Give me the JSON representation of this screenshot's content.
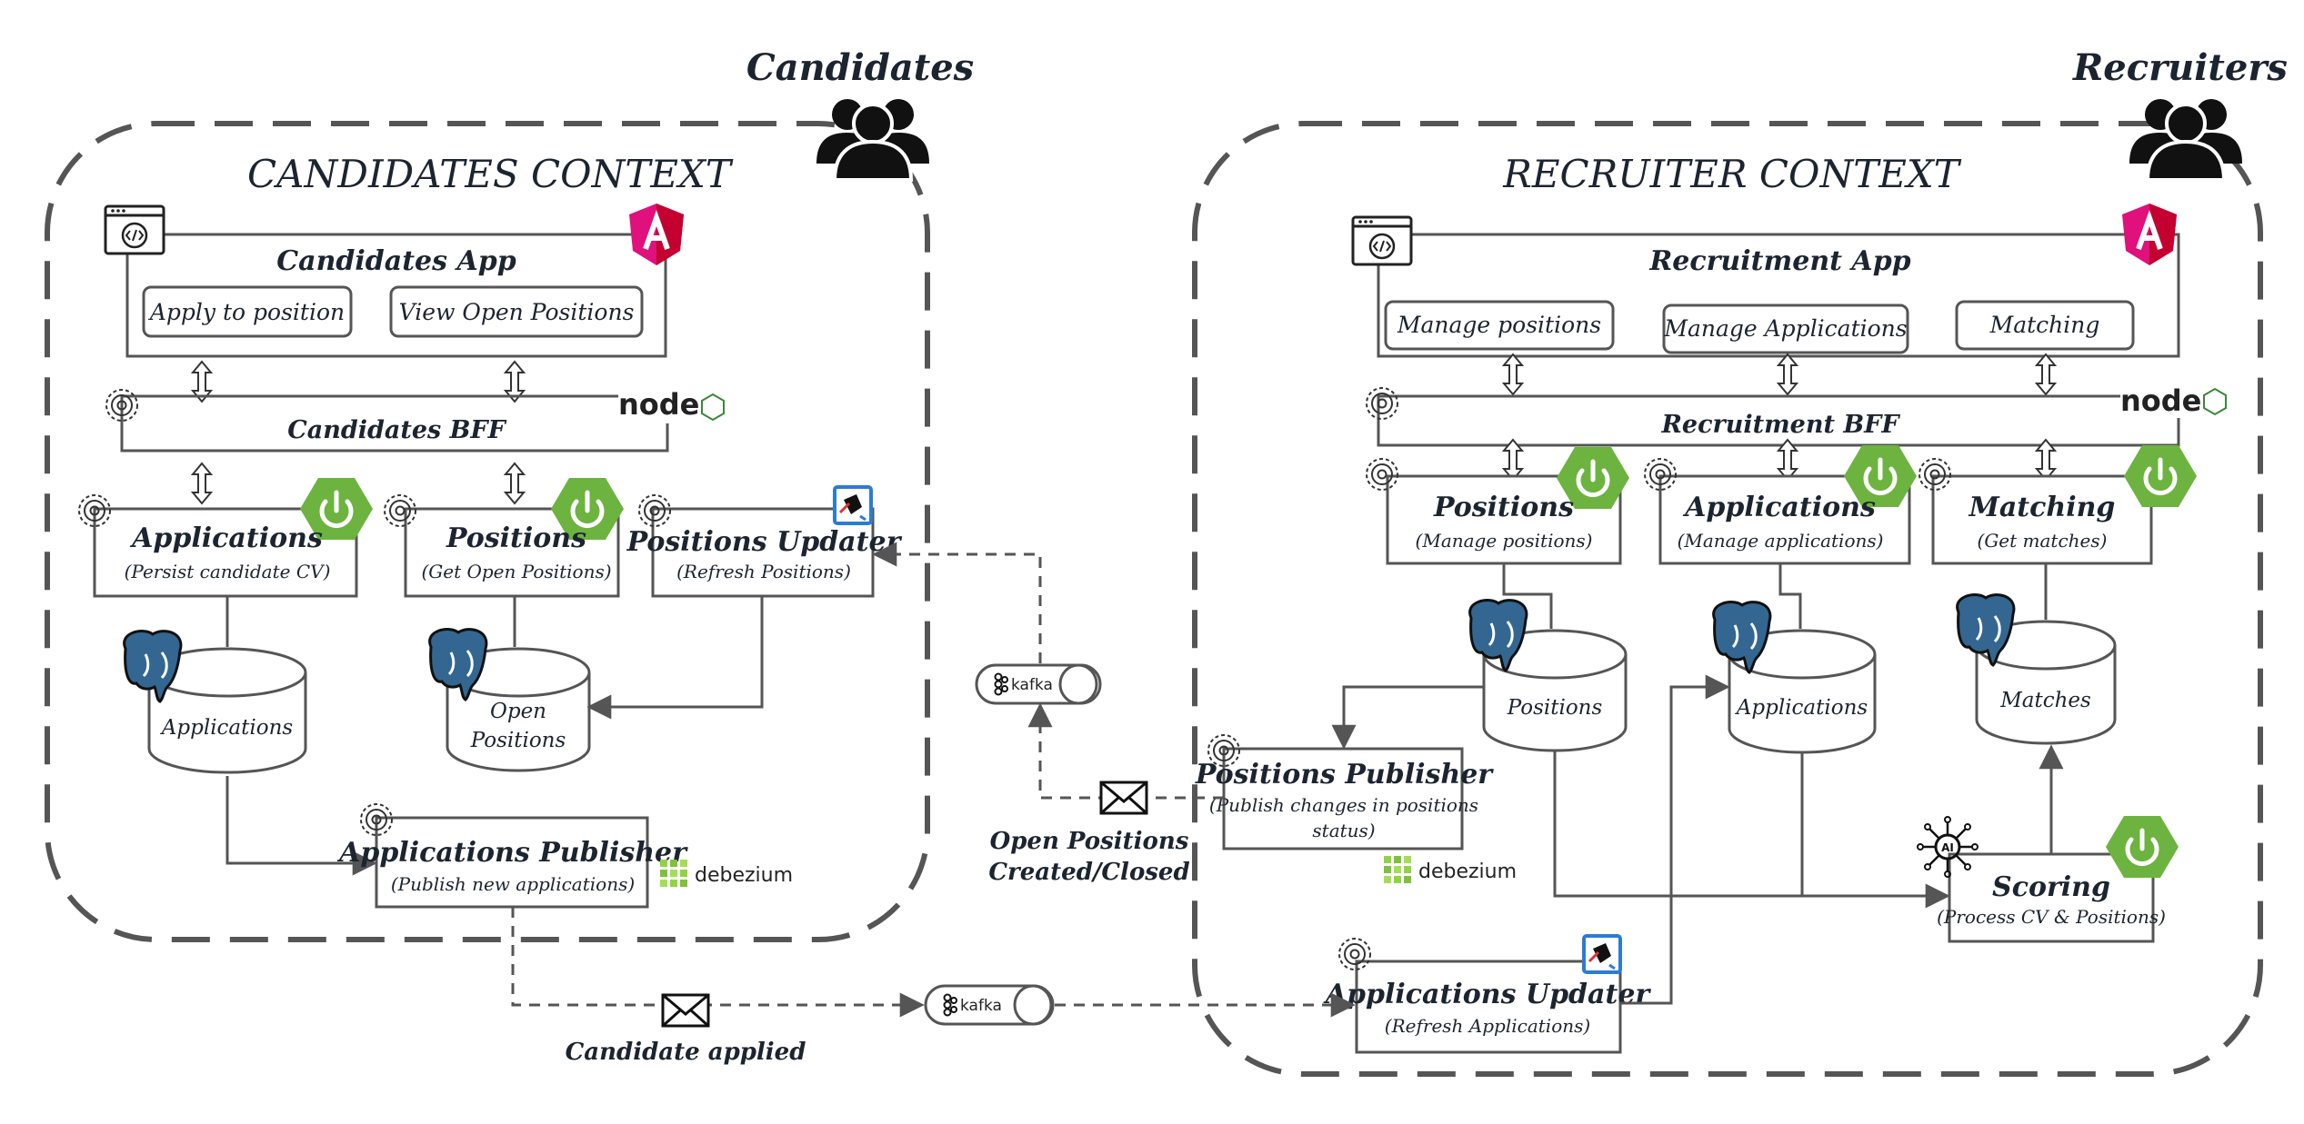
{
  "actors": {
    "candidates": "Candidates",
    "recruiters": "Recruiters"
  },
  "contexts": {
    "candidates": "CANDIDATES CONTEXT",
    "recruiter": "RECRUITER CONTEXT"
  },
  "candidates_app": {
    "title": "Candidates App",
    "actions": [
      "Apply to position",
      "View Open Positions"
    ]
  },
  "candidates_bff": "Candidates BFF",
  "candidate_services": [
    {
      "title": "Applications",
      "subtitle": "(Persist candidate CV)"
    },
    {
      "title": "Positions",
      "subtitle": "(Get Open Positions)"
    },
    {
      "title": "Positions Updater",
      "subtitle": "(Refresh Positions)"
    }
  ],
  "candidate_dbs": {
    "applications": "Applications",
    "open_positions_line1": "Open",
    "open_positions_line2": "Positions"
  },
  "applications_publisher": {
    "title": "Applications Publisher",
    "subtitle": "(Publish new applications)"
  },
  "recruitment_app": {
    "title": "Recruitment App",
    "actions": [
      "Manage positions",
      "Manage Applications",
      "Matching"
    ]
  },
  "recruitment_bff": "Recruitment BFF",
  "recruiter_services": [
    {
      "title": "Positions",
      "subtitle": "(Manage positions)"
    },
    {
      "title": "Applications",
      "subtitle": "(Manage applications)"
    },
    {
      "title": "Matching",
      "subtitle": "(Get matches)"
    }
  ],
  "recruiter_dbs": {
    "positions": "Positions",
    "applications": "Applications",
    "matches": "Matches"
  },
  "positions_publisher": {
    "title": "Positions Publisher",
    "subtitle_line1": "(Publish changes in positions",
    "subtitle_line2": "status)"
  },
  "scoring": {
    "title": "Scoring",
    "subtitle": "(Process CV & Positions)"
  },
  "applications_updater": {
    "title": "Applications Updater",
    "subtitle": "(Refresh Applications)"
  },
  "events": {
    "open_positions_line1": "Open Positions",
    "open_positions_line2": "Created/Closed",
    "candidate_applied": "Candidate applied"
  },
  "logos": {
    "kafka": "kafka",
    "debezium": "debezium",
    "node": "node"
  },
  "colors": {
    "ink": "#1c2430",
    "line": "#555555",
    "spring": "#6db33f",
    "postgres": "#336791",
    "angular": "#dd0031",
    "angular_alt": "#c3002f",
    "debezium": "#91d443",
    "node": "#3c873a",
    "kafka_ui": "#2b7cd3"
  }
}
